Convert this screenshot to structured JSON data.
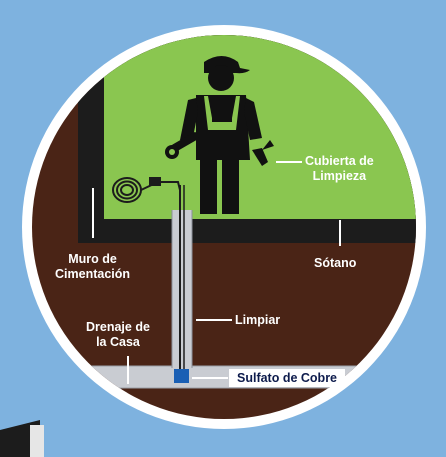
{
  "colors": {
    "background": "#7eb2df",
    "ring": "#ffffff",
    "basement": "#8ac650",
    "soil": "#4a2416",
    "wall": "#1c1c1c",
    "pipe": "#c9ccd2",
    "copper_sulfate": "#1a5fb4",
    "label_dark": "#0d1b4c"
  },
  "icons": [
    "plumber-figure-icon",
    "drain-snake-coil-icon",
    "wrench-icon",
    "cleanout-cover-icon"
  ],
  "labels": {
    "cleanout_cover": [
      "Cubierta de",
      "Limpieza"
    ],
    "foundation_wall": [
      "Muro de",
      "Cimentación"
    ],
    "basement": "Sótano",
    "house_drain": [
      "Drenaje de",
      "la Casa"
    ],
    "clean": "Limpiar",
    "copper_sulfate": "Sulfato de Cobre"
  }
}
